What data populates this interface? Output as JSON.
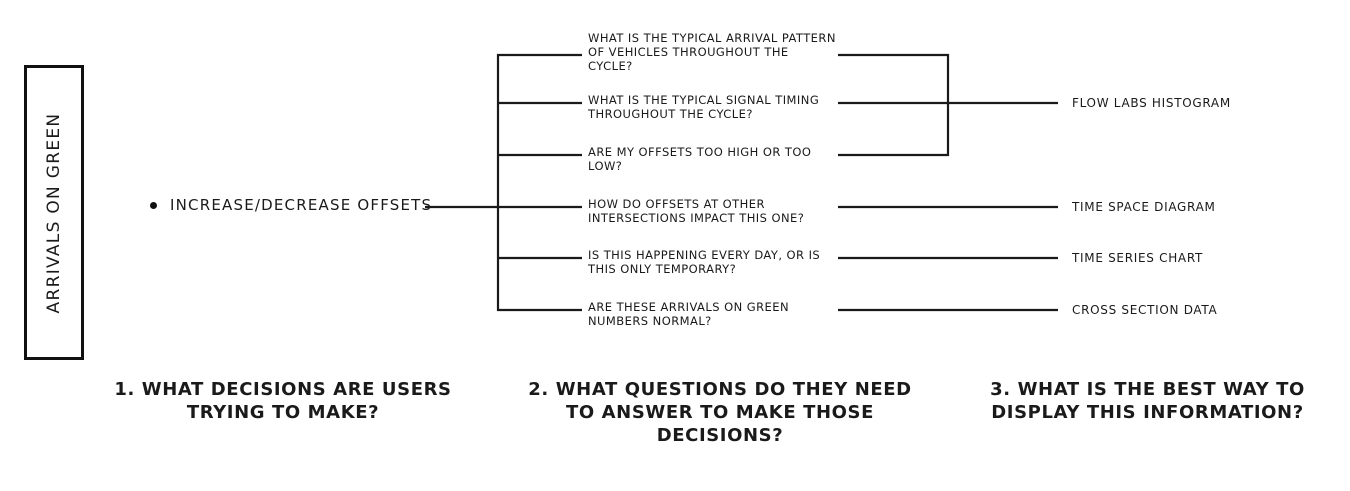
{
  "diagram": {
    "background": "#ffffff",
    "stroke_color": "#1a1a1a",
    "title_box": {
      "label": "ARRIVALS ON GREEN"
    },
    "column1": {
      "caption": "1. WHAT DECISIONS ARE USERS TRYING TO MAKE?",
      "decisions": [
        {
          "label": "INCREASE/DECREASE OFFSETS"
        }
      ]
    },
    "column2": {
      "caption": "2. WHAT QUESTIONS DO THEY NEED TO ANSWER TO MAKE THOSE DECISIONS?",
      "questions": [
        {
          "id": "q1",
          "text": "WHAT IS THE TYPICAL ARRIVAL PATTERN OF VEHICLES THROUGHOUT THE CYCLE?"
        },
        {
          "id": "q2",
          "text": "WHAT IS THE TYPICAL SIGNAL TIMING THROUGHOUT THE CYCLE?"
        },
        {
          "id": "q3",
          "text": "ARE MY OFFSETS TOO HIGH OR TOO LOW?"
        },
        {
          "id": "q4",
          "text": "HOW DO OFFSETS AT OTHER INTERSECTIONS IMPACT THIS ONE?"
        },
        {
          "id": "q5",
          "text": "IS THIS HAPPENING EVERY DAY, OR IS THIS ONLY TEMPORARY?"
        },
        {
          "id": "q6",
          "text": "ARE THESE ARRIVALS ON GREEN NUMBERS NORMAL?"
        }
      ]
    },
    "column3": {
      "caption": "3. WHAT IS THE BEST WAY TO DISPLAY THIS INFORMATION?",
      "visualizations": [
        {
          "id": "v1",
          "label": "FLOW LABS HISTOGRAM"
        },
        {
          "id": "v2",
          "label": "TIME SPACE DIAGRAM"
        },
        {
          "id": "v3",
          "label": "TIME SERIES CHART"
        },
        {
          "id": "v4",
          "label": "CROSS SECTION DATA"
        }
      ]
    }
  }
}
